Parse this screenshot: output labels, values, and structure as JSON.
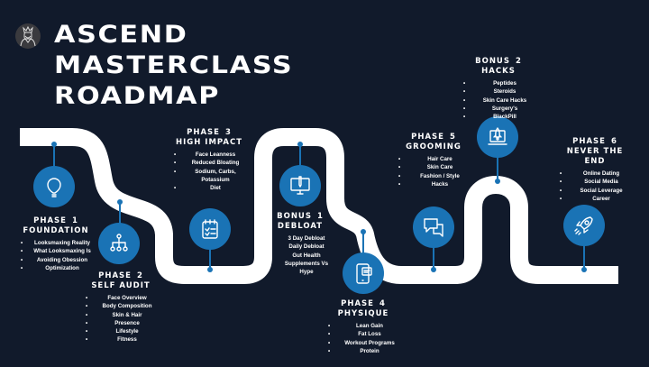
{
  "title": {
    "line1": "ASCEND",
    "line2": "MASTERCLASS",
    "line3": "ROADMAP"
  },
  "logo": {
    "icon": "king-crown-icon"
  },
  "colors": {
    "background": "#111a2b",
    "road": "#ffffff",
    "accent": "#1a73b5"
  },
  "milestones": [
    {
      "label": "PHASE",
      "number": "1",
      "name": "FOUNDATION",
      "icon": "lightbulb-icon",
      "items": [
        "Looksmaxing Reality",
        "What Looksmaxing Is",
        "Avoiding Obession",
        "Optimization"
      ]
    },
    {
      "label": "PHASE",
      "number": "2",
      "name": "SELF AUDIT",
      "icon": "hierarchy-icon",
      "items": [
        "Face Overview",
        "Body Composition",
        "Skin & Hair",
        "Presence",
        "Lifestyle",
        "Fitness"
      ]
    },
    {
      "label": "PHASE",
      "number": "3",
      "name": "HIGH IMPACT",
      "icon": "checklist-icon",
      "items": [
        "Face Leanness",
        "Reduced Bloating",
        "Sodium, Carbs, Potassium",
        "Diet"
      ]
    },
    {
      "label": "BONUS",
      "number": "1",
      "name": "DEBLOAT",
      "icon": "monitor-pen-icon",
      "items": [
        "3 Day Debloat",
        "Daily Debloat",
        "Gut Health",
        "Supplements Vs Hype"
      ]
    },
    {
      "label": "PHASE",
      "number": "4",
      "name": "PHYSIQUE",
      "icon": "tablet-chat-icon",
      "items": [
        "Lean Gain",
        "Fat Loss",
        "Workout Programs",
        "Protein"
      ]
    },
    {
      "label": "PHASE",
      "number": "5",
      "name": "GROOMING",
      "icon": "chat-bubbles-icon",
      "items": [
        "Hair Care",
        "Skin Care",
        "Fashion / Style",
        "Hacks"
      ]
    },
    {
      "label": "BONUS",
      "number": "2",
      "name": "HACKS",
      "icon": "laptop-rocket-icon",
      "items": [
        "Peptides",
        "Steroids",
        "Skin Care Hacks",
        "Surgery's",
        "BlackPill"
      ]
    },
    {
      "label": "PHASE",
      "number": "6",
      "name": "NEVER THE END",
      "icon": "rocket-icon",
      "items": [
        "Online Dating",
        "Social Media",
        "Social Leverage",
        "Career"
      ]
    }
  ]
}
